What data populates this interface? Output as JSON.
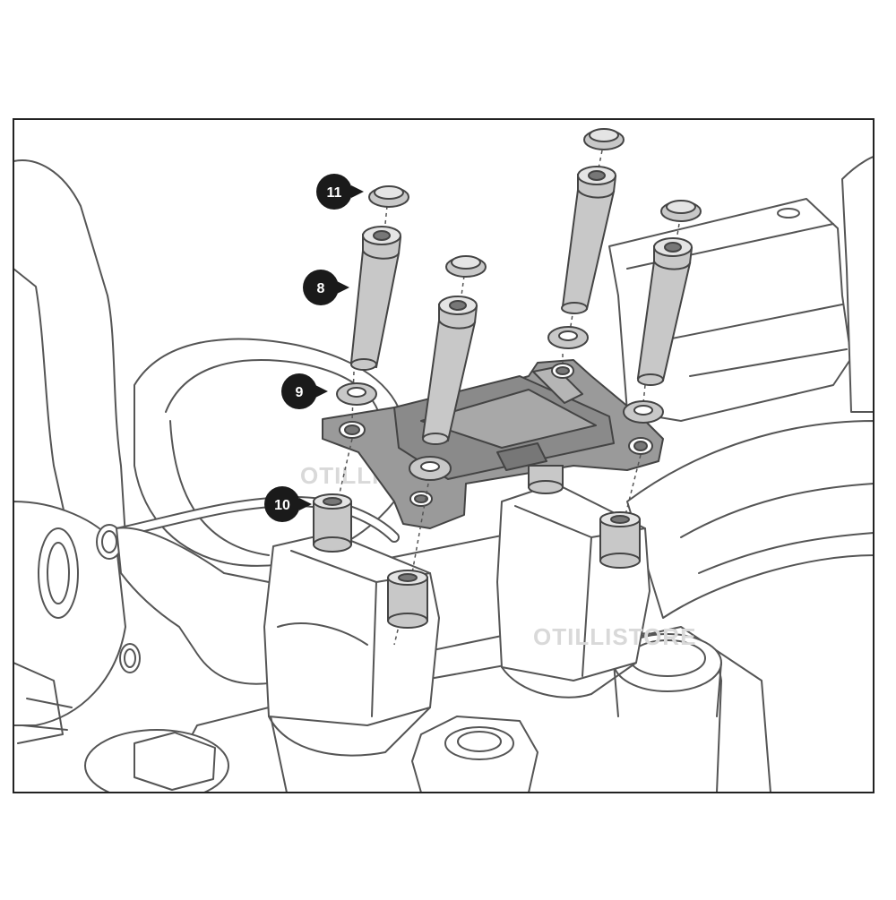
{
  "diagram": {
    "callouts": [
      {
        "id": "11",
        "label": "11"
      },
      {
        "id": "8",
        "label": "8"
      },
      {
        "id": "9",
        "label": "9"
      },
      {
        "id": "10",
        "label": "10"
      }
    ],
    "watermarks": [
      "OTILLISTORE",
      "OTILLISTORE"
    ],
    "colors": {
      "frame": "#222222",
      "line": "#555555",
      "part_fill": "#ffffff",
      "shadow_fill": "#e4e4e4",
      "bracket_fill": "#9a9a9a",
      "bolt_fill": "#c8c8c8",
      "callout_fill": "#1a1a1a"
    }
  }
}
